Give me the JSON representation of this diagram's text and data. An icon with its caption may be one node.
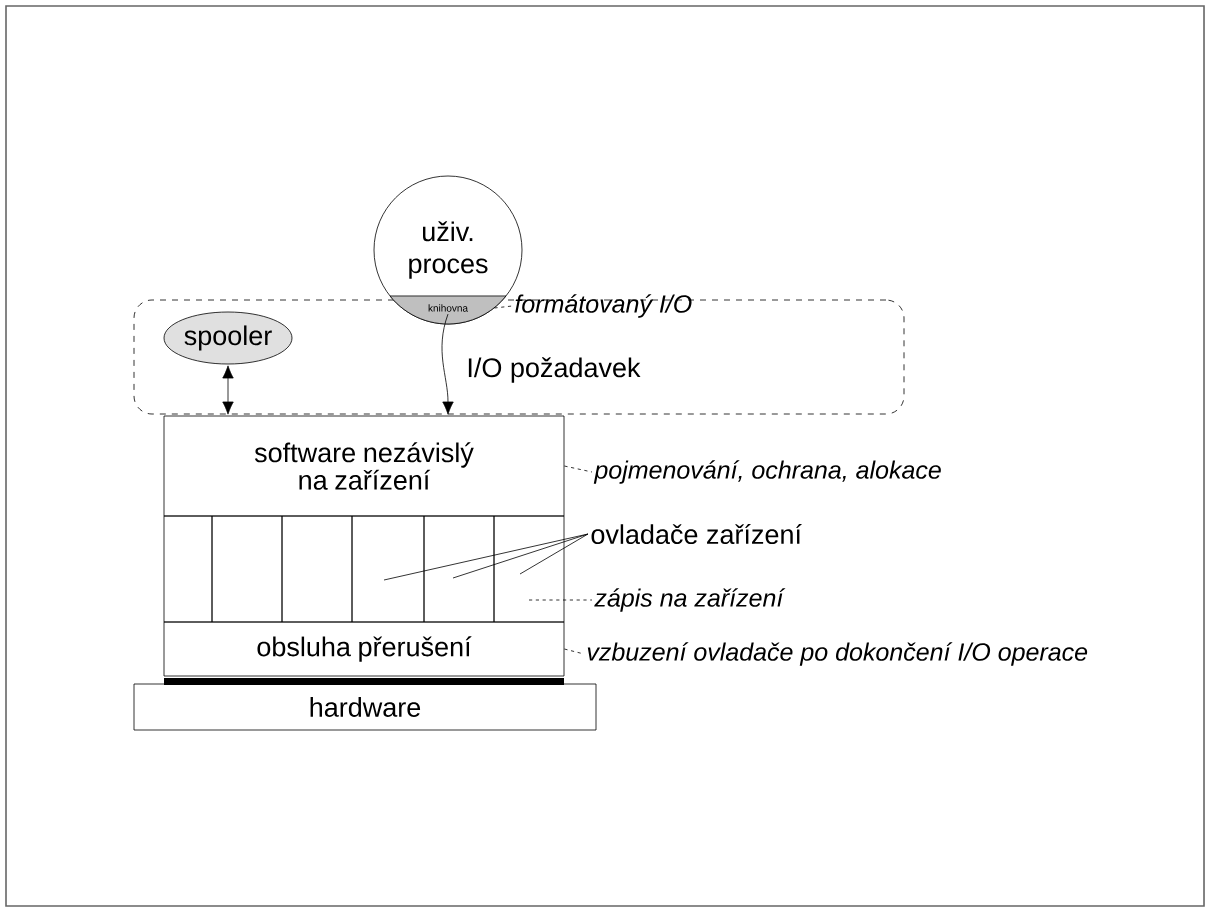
{
  "diagram": {
    "nodes": [
      {
        "text": [],
        "shape": "box"
      },
      {
        "text": [
          "uživ. proces"
        ]
      },
      {
        "text": [
          "knihovna"
        ]
      },
      {
        "text": [
          "formátovaný I/O"
        ]
      },
      {
        "text": [
          "spooler"
        ],
        "in": 0
      },
      {
        "text": [
          "software nezávislý na zařízení"
        ]
      },
      {
        "text": [
          "pojmenování, ochrana, alokace"
        ]
      },
      {
        "text": [],
        "shape": "box"
      },
      {
        "text": [],
        "shape": "box"
      },
      {
        "text": [],
        "shape": "box"
      },
      {
        "text": [],
        "shape": "box"
      },
      {
        "text": [],
        "shape": "box"
      },
      {
        "text": [],
        "shape": "box"
      },
      {
        "text": [
          "ovladače zařízení"
        ]
      },
      {
        "text": [
          "zápis na zařízení"
        ]
      },
      {
        "text": [
          "obsluha přerušení"
        ]
      },
      {
        "text": [
          "vzbuzení ovladače po dokončení I/O operace"
        ]
      },
      {
        "text": [
          "hardware"
        ]
      }
    ],
    "edges": [
      {
        "from": 4,
        "to": 5,
        "arrow": "both"
      },
      {
        "from": 2,
        "to": 5,
        "arrow": "to",
        "label": "I/O požadavek"
      },
      {
        "from": 2,
        "to": 3,
        "arrow": "none",
        "style": "dashed"
      },
      {
        "from": 5,
        "to": 6,
        "arrow": "none",
        "style": "dashed"
      },
      {
        "from": 13,
        "to": 10,
        "arrow": "none"
      },
      {
        "from": 13,
        "to": 11,
        "arrow": "none"
      },
      {
        "from": 13,
        "to": 12,
        "arrow": "none"
      },
      {
        "from": 12,
        "to": 14,
        "arrow": "none",
        "style": "dashed"
      },
      {
        "from": 15,
        "to": 16,
        "arrow": "none",
        "style": "dashed"
      }
    ]
  }
}
